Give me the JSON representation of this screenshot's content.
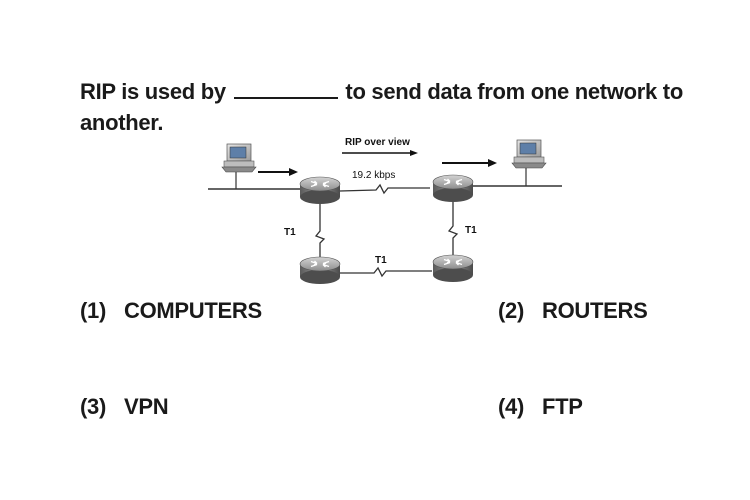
{
  "question": {
    "before_blank": "RIP is used by",
    "after_blank": "to send data from one network to another."
  },
  "diagram": {
    "top_label": "RIP over view",
    "speed_label": "19.2 kbps",
    "link_left": "T1",
    "link_right": "T1",
    "link_bottom": "T1"
  },
  "options": [
    {
      "number": "(1)",
      "text": "COMPUTERS"
    },
    {
      "number": "(2)",
      "text": "ROUTERS"
    },
    {
      "number": "(3)",
      "text": "VPN"
    },
    {
      "number": "(4)",
      "text": "FTP"
    }
  ]
}
